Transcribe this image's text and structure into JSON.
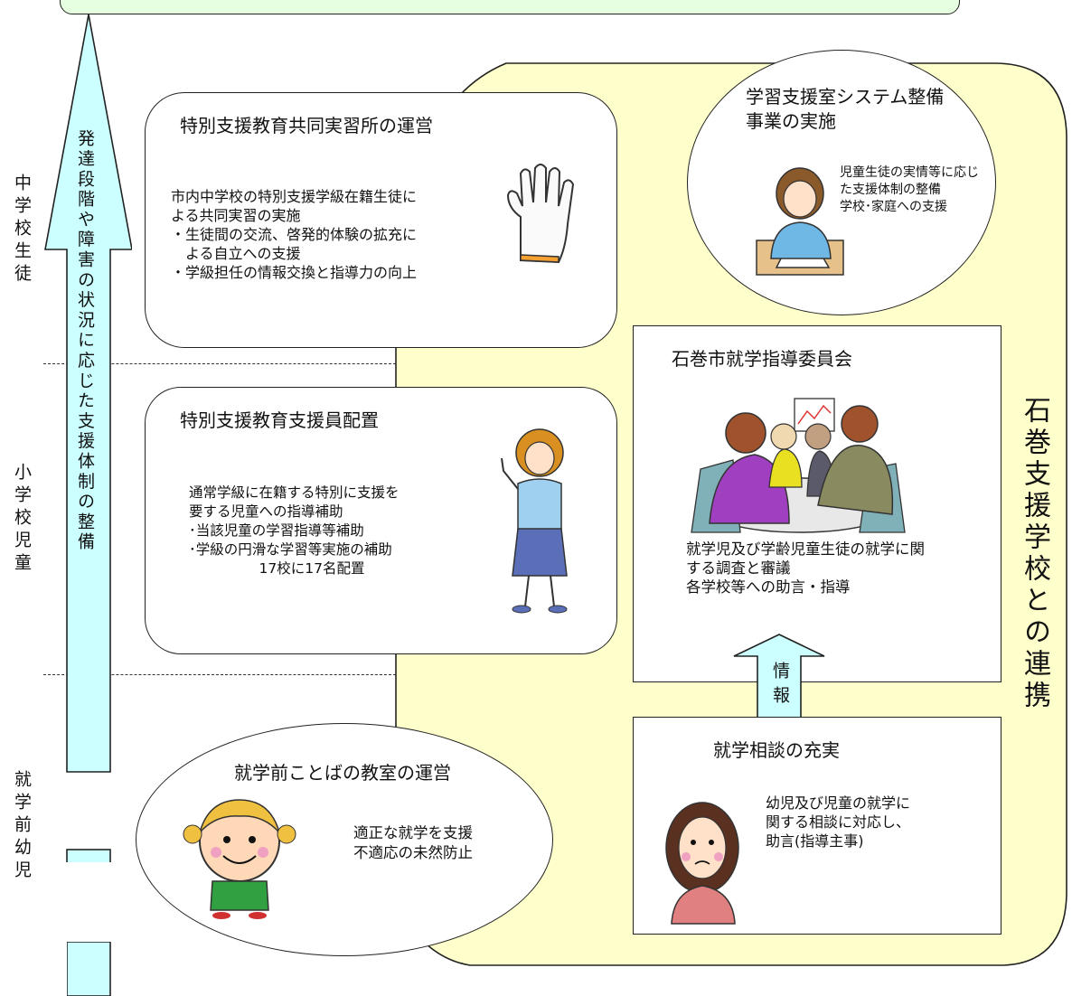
{
  "side_labels": {
    "junior_high": "中学校生徒",
    "elementary": "小学校児童",
    "preschool": "就学前幼児"
  },
  "arrow_caption": "発達段階や障害の状況に応じた支援体制の整備",
  "partner_label": "石巻支援学校との連携",
  "boxes": {
    "joint_practice": {
      "title": "特別支援教育共同実習所の運営",
      "body": "市内中学校の特別支援学級在籍生徒に\nよる共同実習の実施\n・生徒間の交流、啓発的体験の拡充に\n　よる自立への支援\n・学級担任の情報交換と指導力の向上"
    },
    "learning_support_room": {
      "title": "学習支援室システム整備\n事業の実施",
      "body": "児童生徒の実情等に応じ\nた支援体制の整備\n学校･家庭への支援"
    },
    "support_staff": {
      "title": "特別支援教育支援員配置",
      "body": "通常学級に在籍する特別に支援を\n要する児童への指導補助\n･当該児童の学習指導等補助\n･学級の円滑な学習等実施の補助\n　　　　　17校に17名配置"
    },
    "guidance_committee": {
      "title": "石巻市就学指導委員会",
      "body": "就学児及び学齢児童生徒の就学に関\nする調査と審議\n各学校等への助言・指導"
    },
    "info_arrow": "情報",
    "preschool_speech": {
      "title": "就学前ことばの教室の運営",
      "body": "適正な就学を支援\n不適応の未然防止"
    },
    "consultation": {
      "title": "就学相談の充実",
      "body": "幼児及び児童の就学に\n関する相談に対応し、\n助言(指導主事)"
    }
  },
  "colors": {
    "partner_bg": "#ffffcc",
    "arrow_fill": "#ccffff",
    "top_box_fill": "#e6ffe0"
  },
  "icons": [
    "work-glove-icon",
    "woman-writing-icon",
    "woman-pointing-icon",
    "meeting-group-icon",
    "smiling-child-icon",
    "worried-woman-icon"
  ]
}
